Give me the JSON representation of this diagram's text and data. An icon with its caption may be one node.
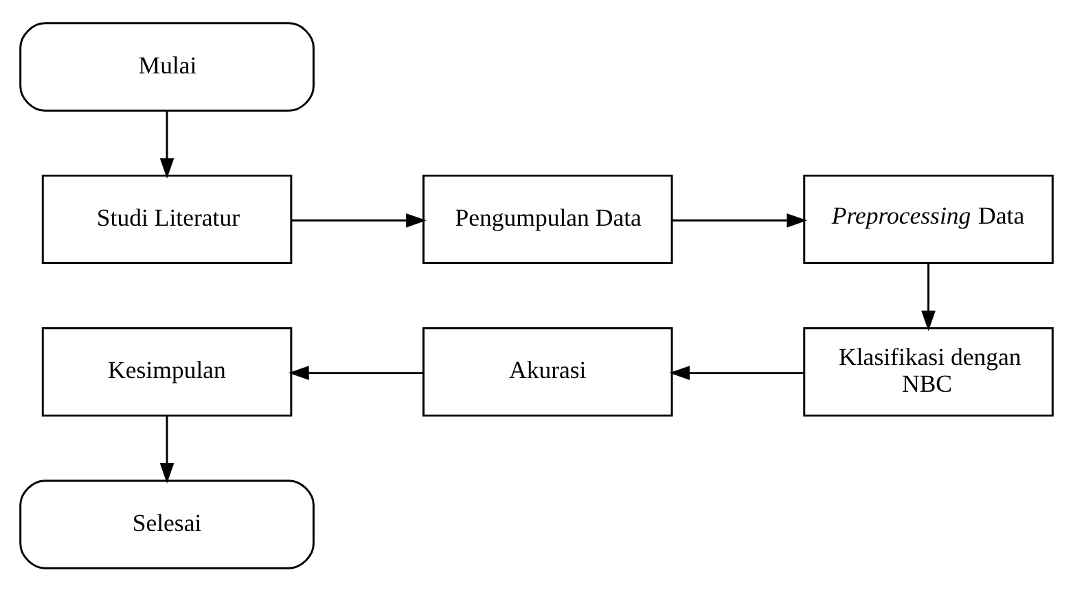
{
  "diagram": {
    "nodes": [
      {
        "text": [
          "Mulai"
        ]
      },
      {
        "text": [
          "Studi Literatur"
        ]
      },
      {
        "text": [
          "Pengumpulan Data"
        ]
      },
      {
        "text": [
          "*Preprocessing* Data"
        ]
      },
      {
        "text": [
          "Klasifikasi dengan NBC"
        ]
      },
      {
        "text": [
          "Akurasi"
        ]
      },
      {
        "text": [
          "Kesimpulan"
        ]
      },
      {
        "text": [
          "Selesai"
        ]
      }
    ],
    "edges": [
      {
        "from": 0,
        "to": 1,
        "arrow": "to"
      },
      {
        "from": 1,
        "to": 2,
        "arrow": "to"
      },
      {
        "from": 2,
        "to": 3,
        "arrow": "to"
      },
      {
        "from": 3,
        "to": 4,
        "arrow": "to"
      },
      {
        "from": 4,
        "to": 5,
        "arrow": "to"
      },
      {
        "from": 5,
        "to": 6,
        "arrow": "to"
      },
      {
        "from": 6,
        "to": 7,
        "arrow": "to"
      }
    ]
  }
}
